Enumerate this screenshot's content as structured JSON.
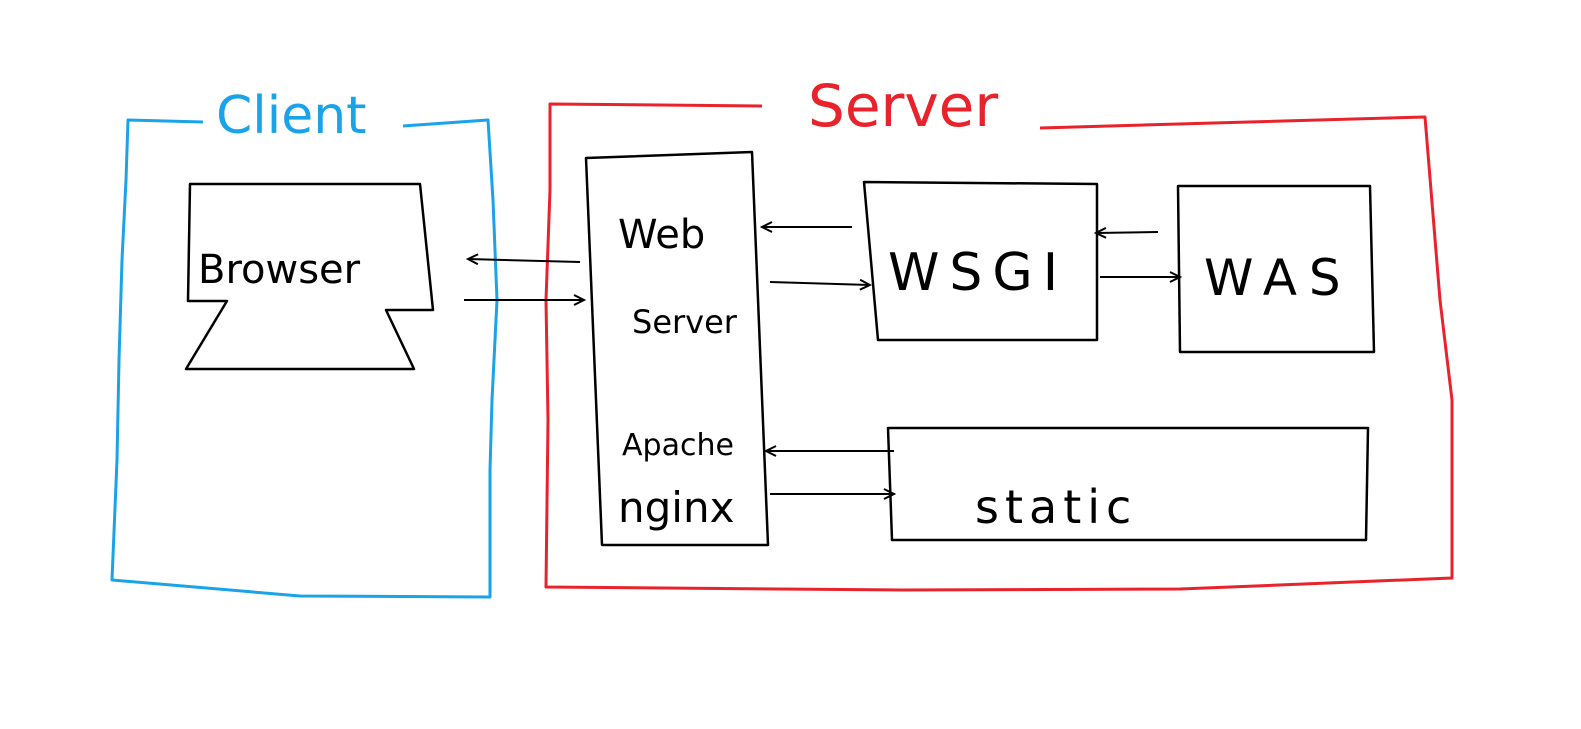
{
  "colors": {
    "client": "#1aa3e8",
    "server": "#e8232b",
    "ink": "#000000",
    "background": "#ffffff"
  },
  "client": {
    "label": "Client",
    "browser_label": "Browser"
  },
  "server": {
    "label": "Server",
    "web_server": {
      "line1": "Web",
      "line2": "Server",
      "line3": "Apache",
      "line4": "nginx"
    },
    "wsgi_label": "WSGI",
    "was_label": "WAS",
    "static_label": "static"
  }
}
